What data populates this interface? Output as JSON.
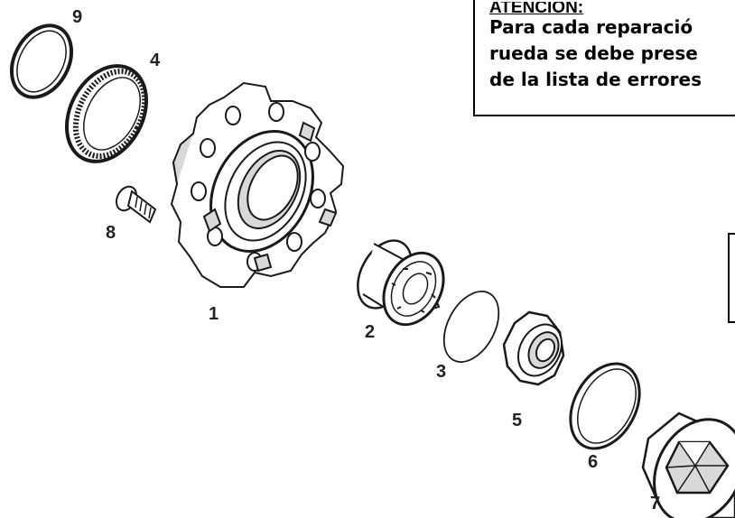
{
  "notice": {
    "title": "ATENCIÓN:",
    "lines": [
      "Para cada reparació",
      "rueda se debe prese",
      "de la lista de errores"
    ]
  },
  "part_labels": {
    "p1": "1",
    "p2": "2",
    "p3": "3",
    "p4": "4",
    "p5": "5",
    "p6": "6",
    "p7": "7",
    "p8": "8",
    "p9": "9"
  },
  "colors": {
    "line": "#1a1a1a",
    "fill": "#ffffff",
    "shade": "#d9d9d9"
  }
}
